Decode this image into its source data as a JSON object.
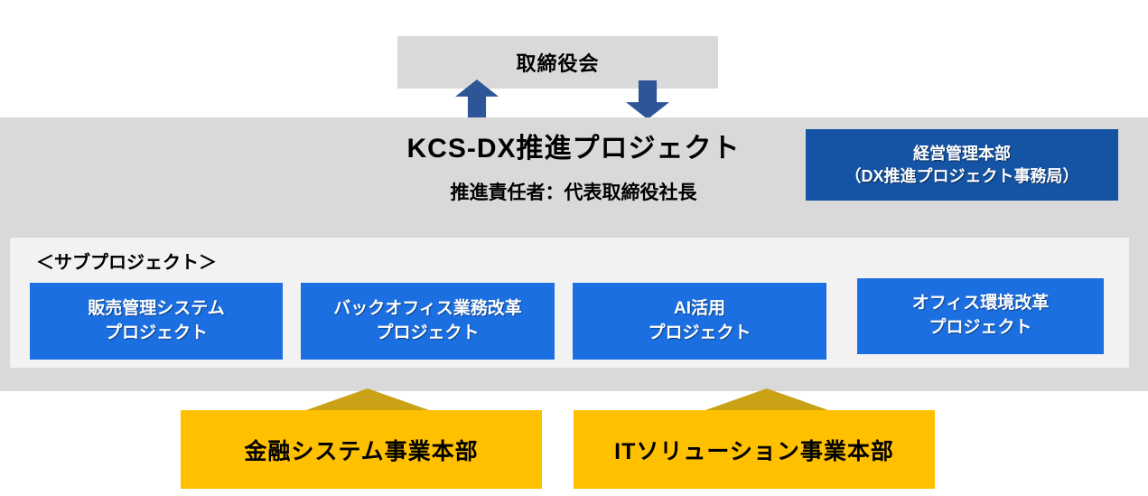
{
  "colors": {
    "box_gray": "#d9d9d9",
    "panel_light": "#f2f2f2",
    "arrow_navy": "#2e5597",
    "pmo_navy": "#1553a4",
    "subproject_blue": "#1b6fe1",
    "division_yellow": "#ffc000",
    "triangle_gold": "#c9a216",
    "text_black": "#000000",
    "text_white": "#ffffff"
  },
  "board": {
    "label": "取締役会"
  },
  "project": {
    "title": "KCS-DX推進プロジェクト",
    "leader": "推進責任者：代表取締役社長",
    "pmo": {
      "line1": "経営管理本部",
      "line2": "（DX推進プロジェクト事務局）"
    }
  },
  "subprojects": {
    "heading": "＜サブプロジェクト＞",
    "items": [
      {
        "line1": "販売管理システム",
        "line2": "プロジェクト"
      },
      {
        "line1": "バックオフィス業務改革",
        "line2": "プロジェクト"
      },
      {
        "line1": "AI活用",
        "line2": "プロジェクト"
      },
      {
        "line1": "オフィス環境改革",
        "line2": "プロジェクト"
      }
    ]
  },
  "divisions": {
    "items": [
      {
        "label": "金融システム事業本部"
      },
      {
        "label": "ITソリューション事業本部"
      }
    ]
  }
}
